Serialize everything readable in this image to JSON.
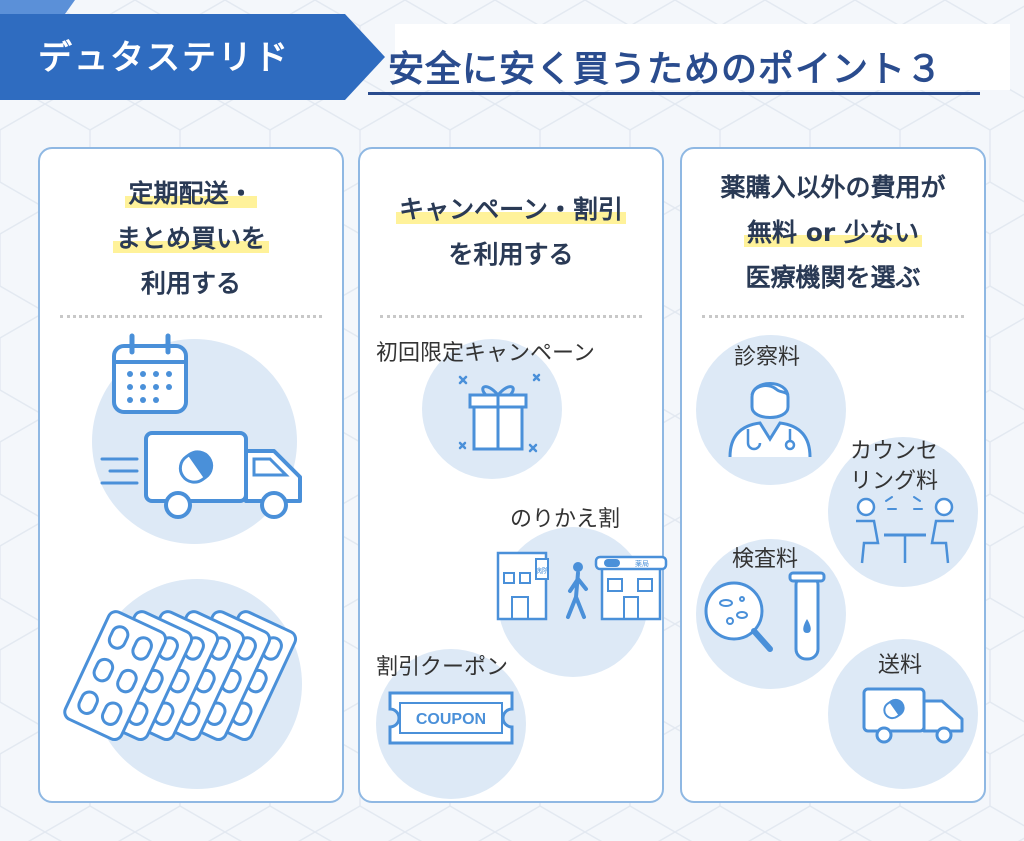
{
  "header": {
    "brand_label": "デュタステリド",
    "title": "安全に安く買うためのポイント３"
  },
  "panels": [
    {
      "heading_lines": [
        "定期配送・",
        "まとめ買いを",
        "利用する"
      ]
    },
    {
      "heading_lines": [
        "キャンペーン・割引",
        "を利用する"
      ],
      "items": [
        "初回限定キャンペーン",
        "のりかえ割",
        "割引クーポン"
      ],
      "coupon_text": "COUPON",
      "sign_clinic": "病院",
      "sign_pharmacy": "薬局"
    },
    {
      "heading_lines": [
        "薬購入以外の費用が",
        "無料 or 少ない",
        "医療機関を選ぶ"
      ],
      "items": [
        "診察料",
        "カウンセ",
        "リング料",
        "検査料",
        "送料"
      ]
    }
  ],
  "colors": {
    "brand_blue": "#2f6cc0",
    "title_navy": "#2a4c8e",
    "panel_border": "#8fb8e3",
    "icon_circle": "#dde9f6",
    "icon_stroke": "#4a90d9",
    "highlight": "#fff29a"
  }
}
